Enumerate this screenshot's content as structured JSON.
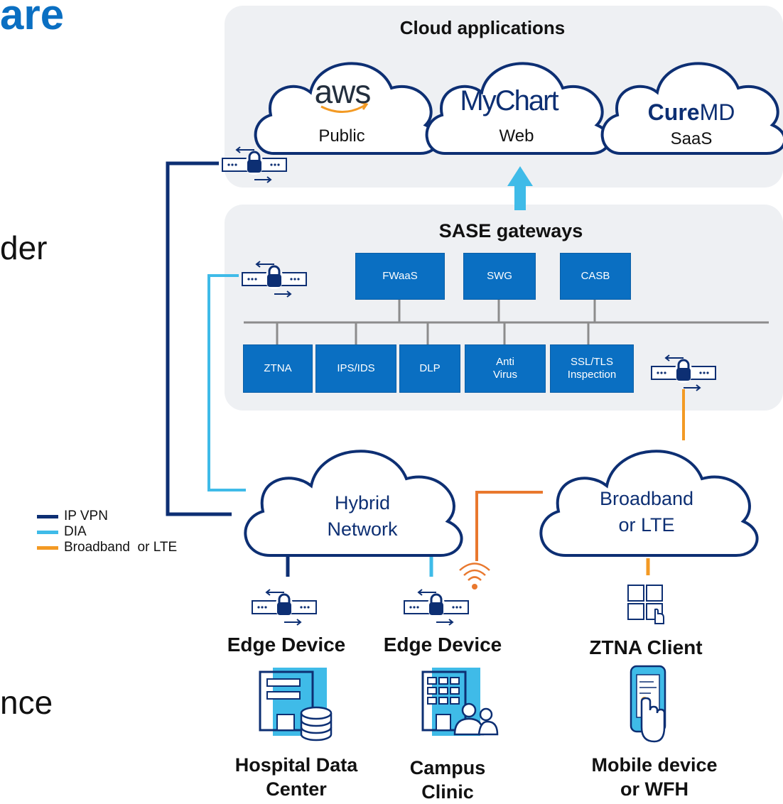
{
  "slide": {
    "title_fragment": "are",
    "frag_1": "der",
    "frag_2": "nce",
    "colors": {
      "title": "#0a6fc2",
      "box": "#0a6fc2",
      "ipvpn": "#0d2f73",
      "dia": "#3fbbe8",
      "broadband": "#f39a24"
    }
  },
  "cloud_apps": {
    "title": "Cloud applications",
    "public": {
      "logo": "aws",
      "label": "Public"
    },
    "web": {
      "logo": "MyChart",
      "label": "Web"
    },
    "saas": {
      "logo_bold": "Cure",
      "logo_light": "MD",
      "label": "SaaS"
    }
  },
  "sase": {
    "title": "SASE gateways",
    "top_row": [
      "FWaaS",
      "SWG",
      "CASB"
    ],
    "bottom_row": [
      "ZTNA",
      "IPS/IDS",
      "DLP",
      "Anti\nVirus",
      "SSL/TLS\nInspection"
    ]
  },
  "networks": {
    "hybrid": [
      "Hybrid",
      "Network"
    ],
    "broadband": [
      "Broadband",
      "or LTE"
    ]
  },
  "legend": [
    {
      "label": "IP VPN",
      "color": "#0d2f73"
    },
    {
      "label": "DIA",
      "color": "#3fbbe8"
    },
    {
      "label": "Broadband  or LTE",
      "color": "#f39a24"
    }
  ],
  "sites": {
    "edge_1": "Edge Device",
    "edge_2": "Edge Device",
    "ztna_client": "ZTNA Client",
    "hospital": [
      "Hospital Data",
      "Center"
    ],
    "campus": [
      "Campus",
      "Clinic"
    ],
    "mobile": [
      "Mobile device",
      "or WFH"
    ]
  }
}
